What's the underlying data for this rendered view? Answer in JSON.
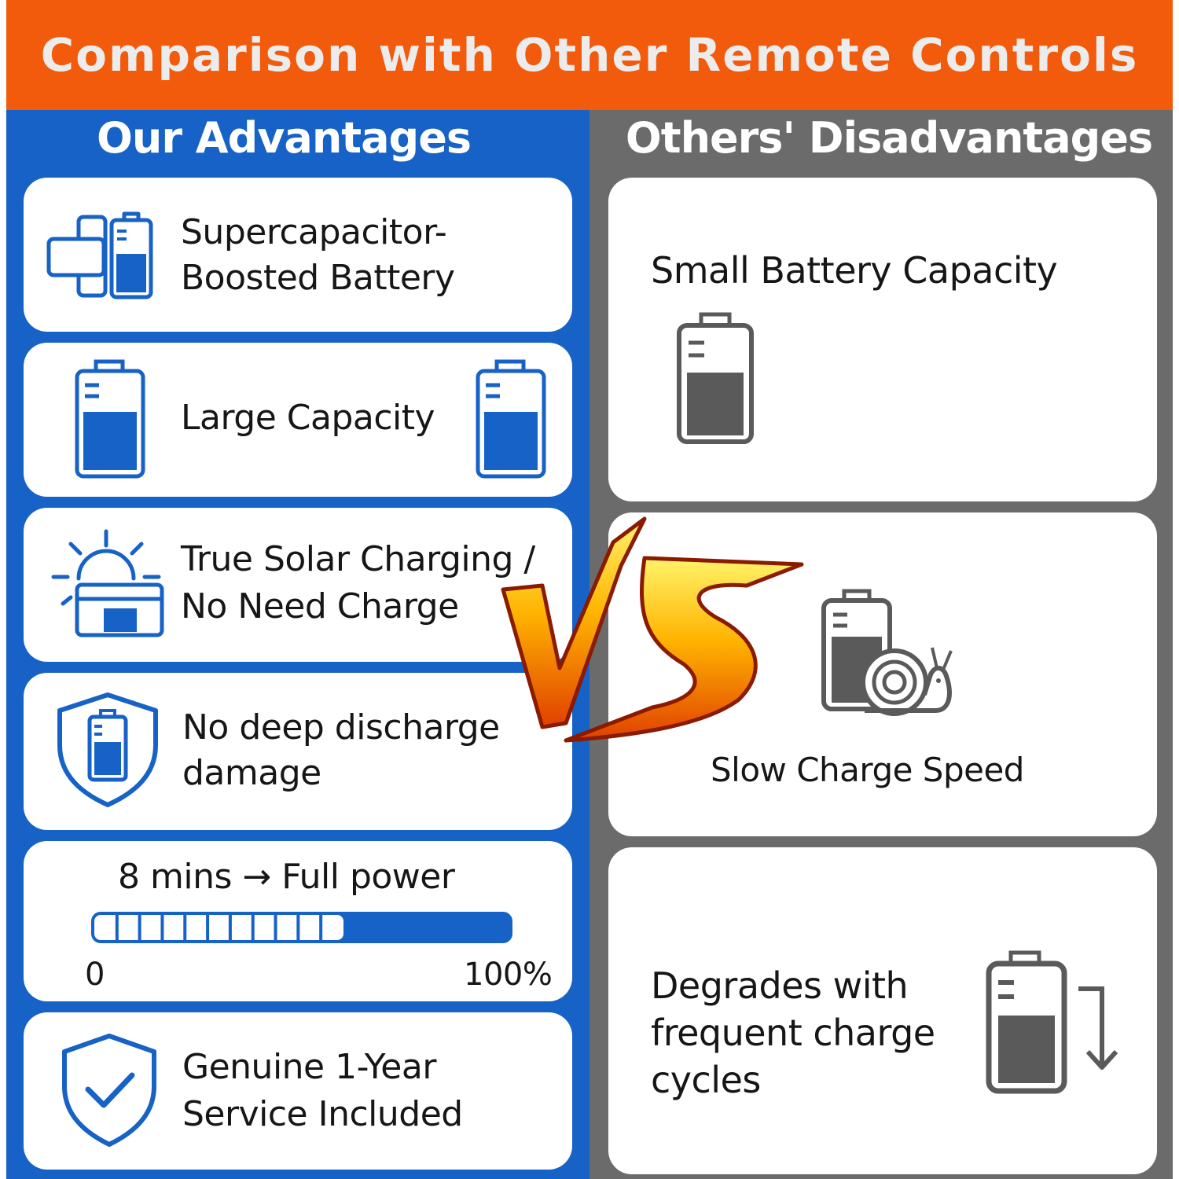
{
  "banner": {
    "title": "Comparison with Other Remote Controls"
  },
  "left": {
    "heading": "Our Advantages",
    "cards": [
      {
        "line1": "Supercapacitor-",
        "line2": "Boosted Battery",
        "icon": "supercapacitor-battery-icon"
      },
      {
        "text": "Large Capacity",
        "icon": "battery-icon"
      },
      {
        "line1": "True Solar Charging /",
        "line2": "No Need Charge",
        "icon": "solar-panel-icon"
      },
      {
        "line1": "No deep discharge",
        "line2": "damage",
        "icon": "shield-battery-icon"
      },
      {
        "title": "8 mins → Full power",
        "progress_label_min": "0",
        "progress_label_max": "100%",
        "progress_fraction": 0.6
      },
      {
        "line1": "Genuine 1-Year",
        "line2": "Service Included",
        "icon": "shield-check-icon"
      }
    ]
  },
  "right": {
    "heading": "Others' Disadvantages",
    "cards": [
      {
        "text": "Small Battery Capacity",
        "icon": "battery-icon"
      },
      {
        "text": "Slow Charge Speed",
        "icon": "battery-snail-icon"
      },
      {
        "line1": "Degrades with",
        "line2": "frequent charge",
        "line3": "cycles",
        "icon": "battery-down-arrow-icon"
      }
    ]
  },
  "vs_label": "VS",
  "colors": {
    "banner": "#f25a0c",
    "left_bg": "#1762c6",
    "right_bg": "#6b6b6b",
    "icon_blue": "#1762c6",
    "icon_gray": "#5a5a5a"
  }
}
